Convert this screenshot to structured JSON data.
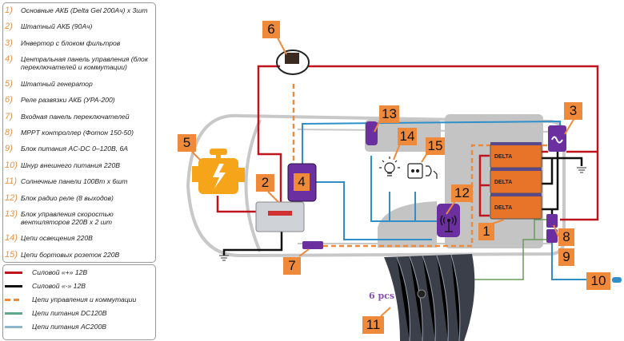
{
  "components": [
    {
      "n": "1)",
      "text": "Основные АКБ (Delta Gel 200Ач) х 3шт"
    },
    {
      "n": "2)",
      "text": "Штатный АКБ (90Ач)"
    },
    {
      "n": "3)",
      "text": "Инвертор с блоком фильтров"
    },
    {
      "n": "4)",
      "text": "Центральная панель управления (блок переключателей и коммутации)"
    },
    {
      "n": "5)",
      "text": "Штатный генератор"
    },
    {
      "n": "6)",
      "text": "Реле развязки АКБ (УРА-200)"
    },
    {
      "n": "7)",
      "text": "Входная панель переключателей"
    },
    {
      "n": "8)",
      "text": "MPPT контроллер (Фотон 150-50)"
    },
    {
      "n": "9)",
      "text": "Блок питания AC-DC 0–120В, 6А"
    },
    {
      "n": "10)",
      "text": "Шнур внешнего питания 220В"
    },
    {
      "n": "11)",
      "text": "Солнечные панели 100Вт х 6шт"
    },
    {
      "n": "12)",
      "text": "Блок радио реле (8 выходов)"
    },
    {
      "n": "13)",
      "text": "Блок управления скоростью вентиляторов 220В х 2 шт"
    },
    {
      "n": "14)",
      "text": "Цепи освещения 220В"
    },
    {
      "n": "15)",
      "text": "Цепи бортовых розеток 220В"
    }
  ],
  "wire_legend": [
    {
      "label": "Силовой «+» 12В",
      "color": "#c0141c",
      "style": "solid"
    },
    {
      "label": "Силовой «-» 12В",
      "color": "#111111",
      "style": "solid"
    },
    {
      "label": "Цепи управления и коммутации",
      "color": "#ef8a3a",
      "style": "dashed"
    },
    {
      "label": "Цепи питания DC120В",
      "color": "#5fa88a",
      "style": "solid"
    },
    {
      "label": "Цепи питания AC200В",
      "color": "#8fb7cc",
      "style": "solid"
    }
  ],
  "tags": [
    "1",
    "2",
    "3",
    "4",
    "5",
    "6",
    "7",
    "8",
    "9",
    "10",
    "11",
    "12",
    "13",
    "14",
    "15"
  ],
  "solar_note": "6 pcs",
  "battery_brand": "DELTA",
  "colors": {
    "tag": "#ef8a3a",
    "module": "#6b2fa0",
    "plus": "#c0141c",
    "minus": "#111111",
    "ac": "#2f8fc8",
    "dc": "#6a9a5a"
  }
}
